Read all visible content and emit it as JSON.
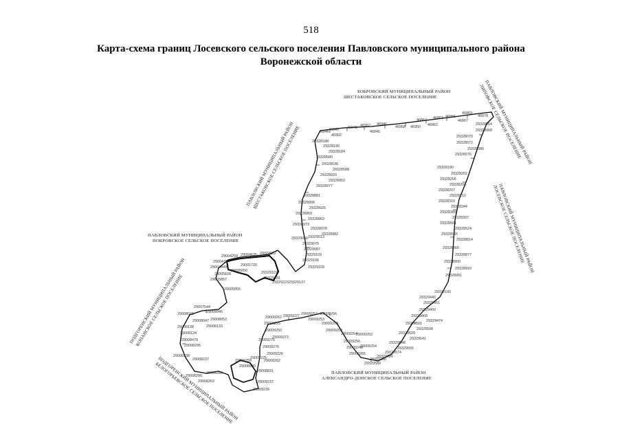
{
  "page_number": "518",
  "title_line1": "Карта-схема границ Лосевского сельского поселения Павловского муниципального района",
  "title_line2": "Воронежской области",
  "regions": {
    "north_1": "БОБРОВСКИЙ МУНИЦИПАЛЬНЫЙ РАЙОН",
    "north_2": "ШЕСТАКОВСКОЕ СЕЛЬСКОЕ ПОСЕЛЕНИЕ",
    "east_top_1": "ПАВЛОВСКИЙ МУНИЦИПАЛЬНЫЙ РАЙОН",
    "east_top_2": "ЛИПОВСКОЕ СЕЛЬСКОЕ ПОСЕЛЕНИЕ",
    "east_mid_1": "ПАВЛОВСКИЙ МУНИЦИПАЛЬНЫЙ РАЙОН",
    "east_mid_2": "ЛОСЕВСКОЕ СЕЛЬСКОЕ ПОСЕЛЕНИЕ",
    "nw_1": "ПАВЛОВСКИЙ МУНИЦИПАЛЬНЫЙ РАЙОН",
    "nw_2": "ШЕСТАКОВСКОЕ СЕЛЬСКОЕ ПОСЕЛЕНИЕ",
    "west_1": "ПАВЛОВСКИЙ МУНИЦИПАЛЬНЫЙ РАЙОН",
    "west_2": "ПОКРОВСКОЕ СЕЛЬСКОЕ ПОСЕЛЕНИЕ",
    "sw_1": "ПОДГОРЕНСКИЙ МУНИЦИПАЛЬНЫЙ РАЙОН",
    "sw_2": "КОПАНСКОЕ СЕЛЬСКОЕ ПОСЕЛЕНИЕ",
    "south_w_1": "ПОДГОРЕНСКИЙ МУНИЦИПАЛЬНЫЙ РАЙОН",
    "south_w_2": "БЕЛОГОРЬЕВСКОЕ СЕЛЬСКОЕ ПОСЕЛЕНИЕ",
    "south_1": "ПАВЛОВСКИЙ МУНИЦИПАЛЬНЫЙ РАЙОН",
    "south_2": "АЛЕКСАНДРО-ДОНСКОЕ СЕЛЬСКОЕ ПОСЕЛЕНИЕ"
  },
  "points": {
    "n01": "46846",
    "n02": "46940",
    "n03": "46902",
    "n04": "46948",
    "n05": "46952",
    "n06": "46840",
    "n07": "46946",
    "n08": "46958",
    "n09": "46950",
    "n10": "46862",
    "n11": "46864",
    "n12": "46863",
    "n13": "46865",
    "n14": "46867",
    "n15": "46869",
    "n16": "46878",
    "e01": "29328064",
    "e02": "29328068",
    "e03": "29328070",
    "e04": "29328072",
    "e05": "29328080",
    "e06": "29328076",
    "e07": "29328180",
    "e08": "29328202",
    "e09": "29328206",
    "e10": "29328204",
    "e11": "29328207",
    "e12": "29328212",
    "e13": "29328310",
    "e14": "29328344",
    "e15": "29328385",
    "e16": "29328397",
    "e17": "29328501",
    "e18": "29328524",
    "e19": "29328555",
    "e20": "29328814",
    "e21": "29328860",
    "e22": "29328877",
    "e23": "29328900",
    "e24": "29328910",
    "e25": "29328991",
    "e26": "29329100",
    "w01": "29328188",
    "w02": "29328190",
    "w03": "29328184",
    "w04": "29328580",
    "w05": "29328536",
    "w06": "29328588",
    "w07": "29328920",
    "w08": "29328952",
    "w09": "29328977",
    "w10": "29328881",
    "w11": "29328906",
    "w12": "29328925",
    "w13": "29328950",
    "w14": "29328963",
    "w15": "29328973",
    "w16": "29328978",
    "w17": "29328982",
    "w18": "29329013",
    "w19": "29329056",
    "w20": "29329070",
    "w21": "29329087",
    "w22": "29329103",
    "w23": "29329106",
    "w24": "29329109",
    "c01": "29004259",
    "c02": "29004635",
    "c03": "29004532",
    "c04": "29004764",
    "c05": "29004449",
    "c06": "29001720",
    "c07": "29005650",
    "c08": "29005828",
    "c09": "29005857",
    "c10": "29005855",
    "c11": "29329107",
    "c12": "29329181",
    "c13": "29329223",
    "c14": "29329137",
    "s01": "29007544",
    "s02": "29008049",
    "s03": "29008046",
    "s04": "29008047",
    "s05": "29008053",
    "s06": "29008138",
    "s07": "29008133",
    "s08": "29008134",
    "s09": "29008479",
    "s10": "29008295",
    "s11": "29008238",
    "s12": "29008237",
    "s13": "29008286",
    "s14": "29008288",
    "s15": "29008263",
    "m01": "29009257",
    "m02": "29009227",
    "m03": "29009256",
    "m04": "29009253",
    "m05": "29009262",
    "m06": "29009225",
    "m07": "29009250",
    "m08": "29009272",
    "m09": "29009275",
    "m10": "29009276",
    "m11": "29009226",
    "m12": "29009225",
    "m13": "29009262",
    "m14": "29009259",
    "m15": "29008830",
    "m16": "29008831",
    "m17": "29009237",
    "m18": "29009239",
    "r01": "29009258",
    "r02": "29009259",
    "r03": "29009254",
    "r04": "29009256",
    "r05": "29009252",
    "r06": "29009248",
    "r07": "29009254",
    "r08": "29009265",
    "r09": "29009268",
    "x01": "29329440",
    "x02": "29329451",
    "x03": "29329460",
    "x04": "29329468",
    "x05": "29329474",
    "x06": "29329501",
    "x07": "29329508",
    "x08": "29329529",
    "x09": "29329541",
    "x10": "29329548",
    "x11": "29329555",
    "x12": "29329574",
    "x13": "29329580",
    "x14": "29329589"
  }
}
